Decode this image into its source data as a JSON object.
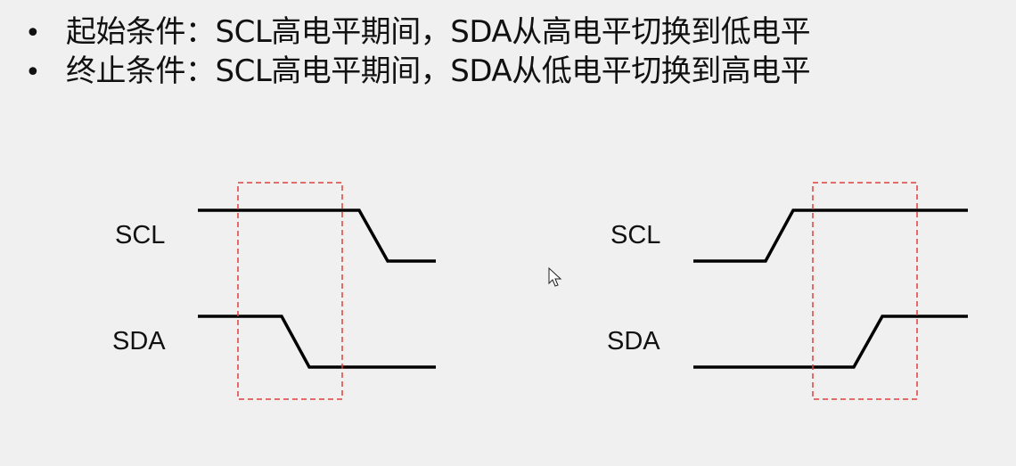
{
  "bullets": [
    {
      "label": "起始条件",
      "sep": "：",
      "text": "SCL高电平期间，SDA从高电平切换到低电平"
    },
    {
      "label": "终止条件",
      "sep": "：",
      "text": "SCL高电平期间，SDA从低电平切换到高电平"
    }
  ],
  "diagrams": {
    "start": {
      "scl_label": "SCL",
      "sda_label": "SDA"
    },
    "stop": {
      "scl_label": "SCL",
      "sda_label": "SDA"
    }
  },
  "colors": {
    "signal": "#000000",
    "highlight_box": "#e0403a",
    "background": "#f0f0f0"
  }
}
